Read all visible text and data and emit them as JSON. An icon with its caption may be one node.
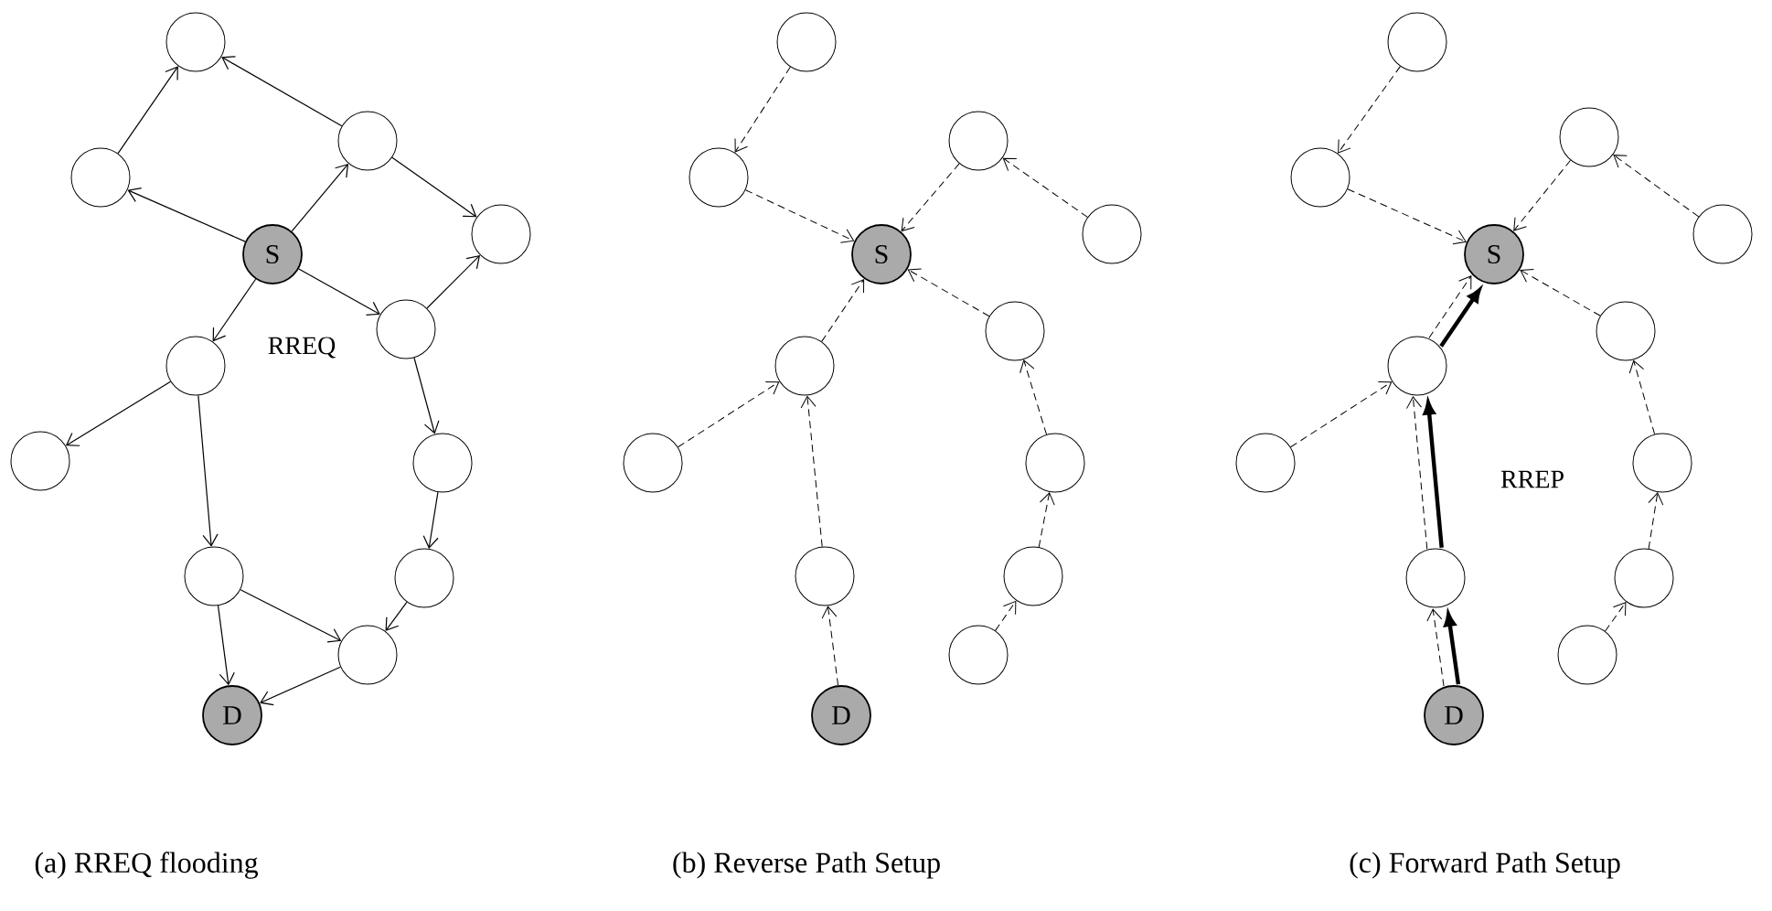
{
  "diagram": {
    "nodes": [
      {
        "text": [],
        "shape": "circle"
      },
      {
        "text": [],
        "shape": "circle"
      },
      {
        "text": [],
        "shape": "circle"
      },
      {
        "text": [],
        "shape": "circle"
      },
      {
        "text": [
          "S"
        ]
      },
      {
        "text": [],
        "shape": "circle"
      },
      {
        "text": [],
        "shape": "circle"
      },
      {
        "text": [],
        "shape": "circle"
      },
      {
        "text": [],
        "shape": "circle"
      },
      {
        "text": [],
        "shape": "circle"
      },
      {
        "text": [],
        "shape": "circle"
      },
      {
        "text": [],
        "shape": "circle"
      },
      {
        "text": [
          "D"
        ]
      },
      {
        "text": [],
        "shape": "circle"
      },
      {
        "text": [],
        "shape": "circle"
      },
      {
        "text": [
          "S"
        ]
      },
      {
        "text": [],
        "shape": "circle"
      },
      {
        "text": [],
        "shape": "circle"
      },
      {
        "text": [],
        "shape": "circle"
      },
      {
        "text": [],
        "shape": "circle"
      },
      {
        "text": [],
        "shape": "circle"
      },
      {
        "text": [],
        "shape": "circle"
      },
      {
        "text": [],
        "shape": "circle"
      },
      {
        "text": [],
        "shape": "circle"
      },
      {
        "text": [],
        "shape": "circle"
      },
      {
        "text": [
          "D"
        ]
      },
      {
        "text": [],
        "shape": "circle"
      },
      {
        "text": [],
        "shape": "circle"
      },
      {
        "text": [
          "S"
        ]
      },
      {
        "text": [],
        "shape": "circle"
      },
      {
        "text": [],
        "shape": "circle"
      },
      {
        "text": [],
        "shape": "circle"
      },
      {
        "text": [],
        "shape": "circle"
      },
      {
        "text": [],
        "shape": "circle"
      },
      {
        "text": [],
        "shape": "circle"
      },
      {
        "text": [],
        "shape": "circle"
      },
      {
        "text": [],
        "shape": "circle"
      },
      {
        "text": [],
        "shape": "circle"
      },
      {
        "text": [
          "D"
        ]
      }
    ],
    "edges": [
      {
        "from": 1,
        "to": 0,
        "arrow": "to"
      },
      {
        "from": 2,
        "to": 0,
        "arrow": "to"
      },
      {
        "from": 4,
        "to": 1,
        "arrow": "to"
      },
      {
        "from": 4,
        "to": 2,
        "arrow": "to"
      },
      {
        "from": 2,
        "to": 3,
        "arrow": "to"
      },
      {
        "from": 5,
        "to": 3,
        "arrow": "to"
      },
      {
        "from": 4,
        "to": 5,
        "arrow": "to"
      },
      {
        "from": 4,
        "to": 6,
        "arrow": "to"
      },
      {
        "from": 6,
        "to": 7,
        "arrow": "to"
      },
      {
        "from": 6,
        "to": 9,
        "arrow": "to"
      },
      {
        "from": 5,
        "to": 8,
        "arrow": "to"
      },
      {
        "from": 8,
        "to": 10,
        "arrow": "to"
      },
      {
        "from": 10,
        "to": 11,
        "arrow": "to"
      },
      {
        "from": 9,
        "to": 11,
        "arrow": "to"
      },
      {
        "from": 9,
        "to": 12,
        "arrow": "to"
      },
      {
        "from": 11,
        "to": 12,
        "arrow": "to"
      },
      {
        "from": 13,
        "to": 14,
        "arrow": "to",
        "style": "dashed"
      },
      {
        "from": 14,
        "to": 15,
        "arrow": "to",
        "style": "dashed"
      },
      {
        "from": 16,
        "to": 15,
        "arrow": "to",
        "style": "dashed"
      },
      {
        "from": 17,
        "to": 16,
        "arrow": "to",
        "style": "dashed"
      },
      {
        "from": 18,
        "to": 15,
        "arrow": "to",
        "style": "dashed"
      },
      {
        "from": 19,
        "to": 18,
        "arrow": "to",
        "style": "dashed"
      },
      {
        "from": 20,
        "to": 15,
        "arrow": "to",
        "style": "dashed"
      },
      {
        "from": 21,
        "to": 20,
        "arrow": "to",
        "style": "dashed"
      },
      {
        "from": 23,
        "to": 21,
        "arrow": "to",
        "style": "dashed"
      },
      {
        "from": 24,
        "to": 23,
        "arrow": "to",
        "style": "dashed"
      },
      {
        "from": 22,
        "to": 18,
        "arrow": "to",
        "style": "dashed"
      },
      {
        "from": 25,
        "to": 22,
        "arrow": "to",
        "style": "dashed"
      },
      {
        "from": 26,
        "to": 27,
        "arrow": "to",
        "style": "dashed"
      },
      {
        "from": 27,
        "to": 28,
        "arrow": "to",
        "style": "dashed"
      },
      {
        "from": 29,
        "to": 28,
        "arrow": "to",
        "style": "dashed"
      },
      {
        "from": 30,
        "to": 29,
        "arrow": "to",
        "style": "dashed"
      },
      {
        "from": 31,
        "to": 28,
        "arrow": "to",
        "style": "dashed"
      },
      {
        "from": 32,
        "to": 31,
        "arrow": "to",
        "style": "dashed"
      },
      {
        "from": 33,
        "to": 28,
        "arrow": "to",
        "style": "dashed"
      },
      {
        "from": 34,
        "to": 33,
        "arrow": "to",
        "style": "dashed"
      },
      {
        "from": 36,
        "to": 34,
        "arrow": "to",
        "style": "dashed"
      },
      {
        "from": 37,
        "to": 36,
        "arrow": "to",
        "style": "dashed"
      },
      {
        "from": 35,
        "to": 31,
        "arrow": "to",
        "style": "dashed"
      },
      {
        "from": 38,
        "to": 35,
        "arrow": "to",
        "style": "dashed"
      },
      {
        "from": 38,
        "to": 35,
        "arrow": "to",
        "style": "thick"
      },
      {
        "from": 35,
        "to": 31,
        "arrow": "to",
        "style": "thick",
        "label": "RREP"
      },
      {
        "from": 31,
        "to": 28,
        "arrow": "to",
        "style": "thick"
      }
    ],
    "labels": [
      "RREQ",
      "(a) RREQ flooding",
      "(b) Reverse Path Setup",
      "(c) Forward Path Setup"
    ]
  }
}
